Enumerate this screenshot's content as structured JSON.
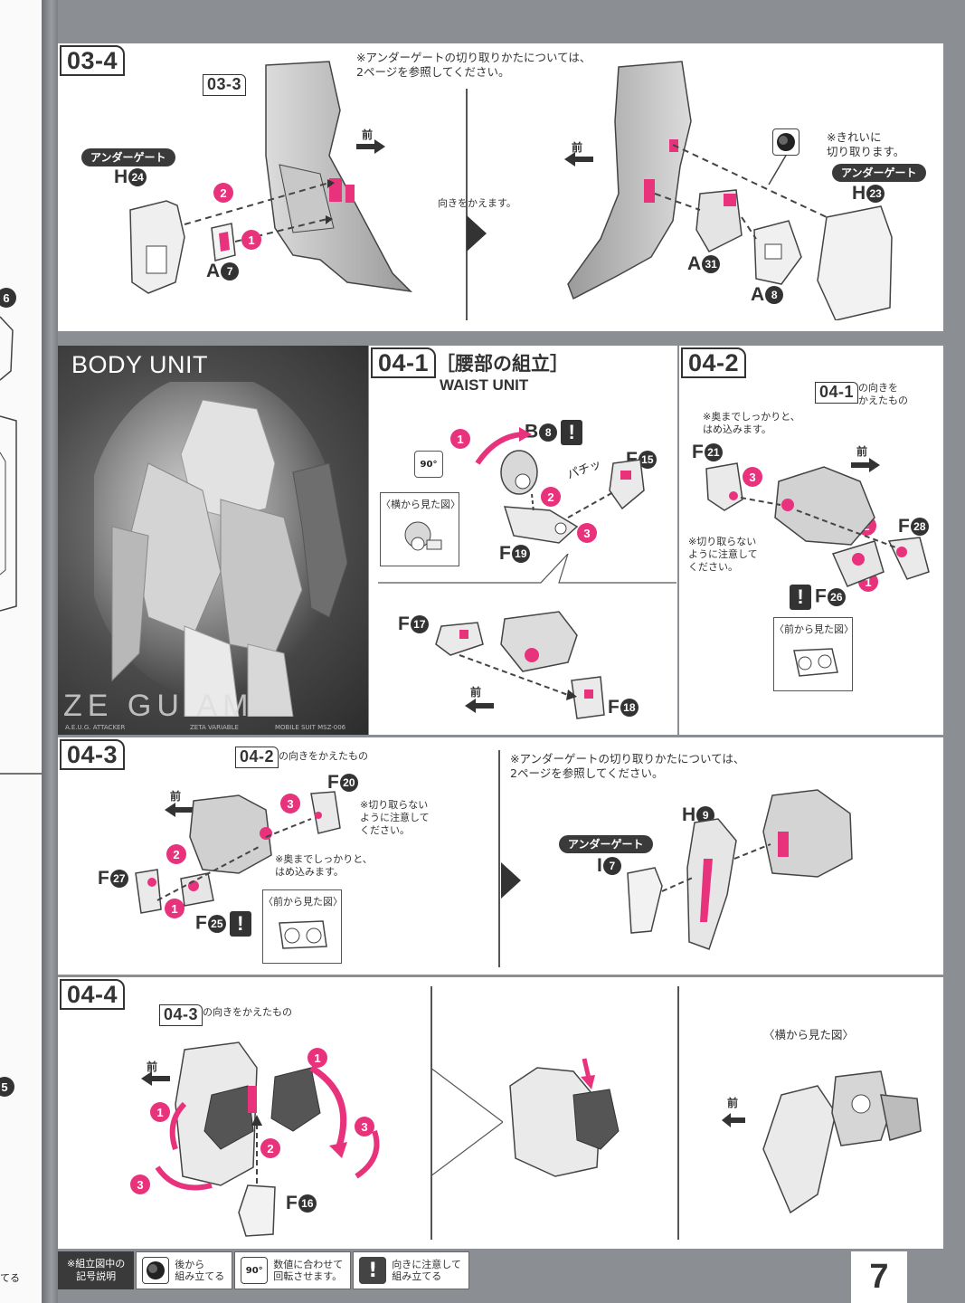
{
  "page_number": "7",
  "step_03_4": {
    "step_label": "03-4",
    "ref_step": "03-3",
    "note_undergate": "※アンダーゲートの切り取りかたについては、\n2ページを参照してください。",
    "undergate_label": "アンダーゲート",
    "part_h24": "H",
    "part_h24_num": "24",
    "part_a7": "A",
    "part_a7_num": "7",
    "mae_left": "前",
    "turn_text": "向きをかえます。",
    "mae_right": "前",
    "clean_cut_note": "※きれいに\n切り取ります。",
    "undergate_label_right": "アンダーゲート",
    "part_h23": "H",
    "part_h23_num": "23",
    "part_a31": "A",
    "part_a31_num": "31",
    "part_a8": "A",
    "part_a8_num": "8"
  },
  "body_unit": {
    "title": "BODY UNIT",
    "logo_text": "ZE   GU   AM",
    "logo_sub_left": "A.E.U.G. ATTACKER",
    "logo_sub_mid": "ZETA VARIABLE",
    "logo_sub_right": "MOBILE SUIT MSZ-006"
  },
  "step_04_1": {
    "step_label": "04-1",
    "title_jp": "［腰部の組立］",
    "title_en": "WAIST UNIT",
    "part_b8": "B",
    "part_b8_num": "8",
    "part_f15": "F",
    "part_f15_num": "15",
    "part_f19": "F",
    "part_f19_num": "19",
    "part_f17": "F",
    "part_f17_num": "17",
    "part_f18": "F",
    "part_f18_num": "18",
    "side_view": "〈横から見た図〉",
    "pachin": "パチッ",
    "rotate_90": "90°",
    "mae": "前"
  },
  "step_04_2": {
    "step_label": "04-2",
    "ref_step": "04-1",
    "ref_text": "の向きを\nかえたもの",
    "note_fit": "※奥までしっかりと、\nはめ込みます。",
    "note_careful": "※切り取らない\nように注意して\nください。",
    "part_f21": "F",
    "part_f21_num": "21",
    "part_f28": "F",
    "part_f28_num": "28",
    "part_f26": "F",
    "part_f26_num": "26",
    "front_view": "〈前から見た図〉",
    "mae": "前"
  },
  "step_04_3": {
    "step_label": "04-3",
    "ref_step": "04-2",
    "ref_text": "の向きをかえたもの",
    "part_f20": "F",
    "part_f20_num": "20",
    "note_careful": "※切り取らない\nように注意して\nください。",
    "note_fit": "※奥までしっかりと、\nはめ込みます。",
    "part_f27": "F",
    "part_f27_num": "27",
    "part_f25": "F",
    "part_f25_num": "25",
    "front_view": "〈前から見た図〉",
    "mae": "前",
    "note_undergate": "※アンダーゲートの切り取りかたについては、\n2ページを参照してください。",
    "undergate_label": "アンダーゲート",
    "part_h9": "H",
    "part_h9_num": "9",
    "part_i7": "I",
    "part_i7_num": "7"
  },
  "step_04_4": {
    "step_label": "04-4",
    "ref_step": "04-3",
    "ref_text": "の向きをかえたもの",
    "part_f16": "F",
    "part_f16_num": "16",
    "side_view": "〈横から見た図〉",
    "mae": "前",
    "mae_right": "前"
  },
  "legend": {
    "head": "※組立図中の\n記号説明",
    "items": [
      {
        "icon": "back-assembly-icon",
        "text": "後から\n組み立てる"
      },
      {
        "icon": "rotate-90-icon",
        "icon_text": "90°",
        "text": "数値に合わせて\n回転させます。"
      },
      {
        "icon": "caution-icon",
        "icon_text": "!",
        "text": "向きに注意して\n組み立てる"
      }
    ]
  },
  "left_strip": {
    "frag_6": "6",
    "frag_5": "5",
    "frag_bottom": "てる"
  },
  "colors": {
    "accent": "#e8337c",
    "dark": "#333333",
    "paper": "#ffffff",
    "spine": "#8b8f93"
  }
}
